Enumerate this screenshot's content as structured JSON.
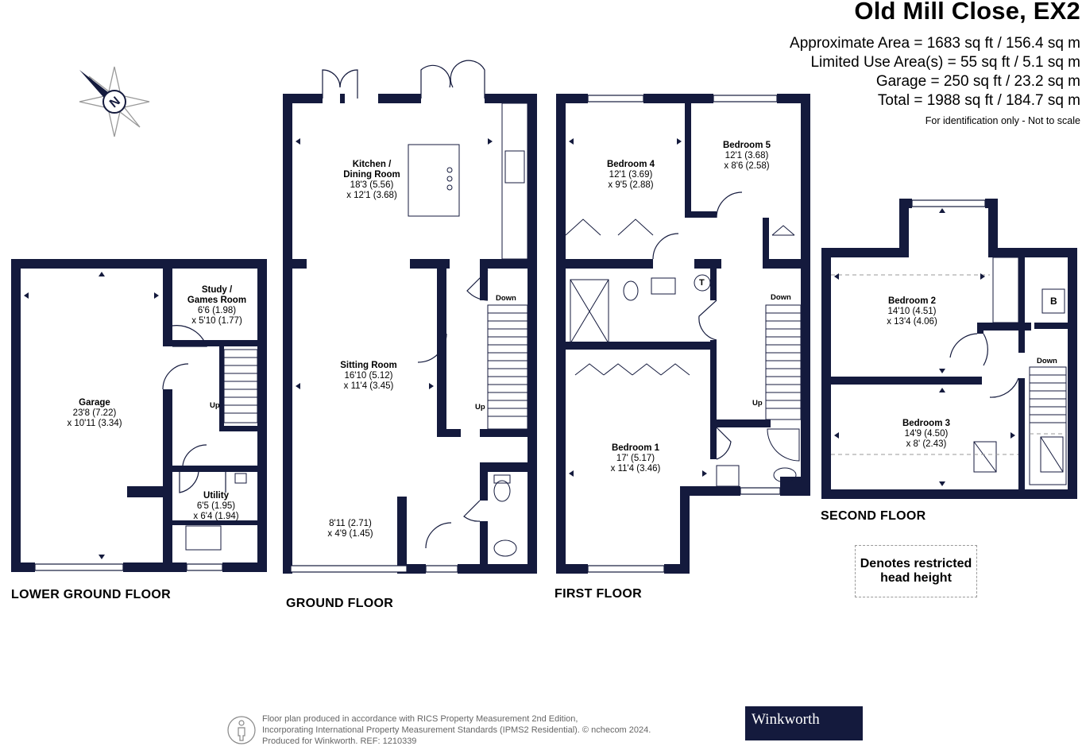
{
  "header": {
    "title": "Old Mill Close, EX2",
    "area_lines": [
      "Approximate Area = 1683 sq ft / 156.4 sq m",
      "Limited Use Area(s) = 55 sq ft / 5.1 sq m",
      "Garage = 250 sq ft / 23.2 sq m",
      "Total = 1988 sq ft / 184.7 sq m"
    ],
    "note": "For identification only - Not to scale"
  },
  "compass": {
    "label": "N"
  },
  "floors": {
    "lower_ground": {
      "label": "LOWER GROUND FLOOR",
      "rooms": [
        {
          "name": "Garage",
          "dim1": "23'8 (7.22)",
          "dim2": "x 10'11 (3.34)"
        },
        {
          "name": "Study /",
          "name2": "Games Room",
          "dim1": "6'6 (1.98)",
          "dim2": "x 5'10 (1.77)"
        },
        {
          "name": "Utility",
          "dim1": "6'5 (1.95)",
          "dim2": "x 6'4 (1.94)"
        }
      ],
      "stair_label": "Up"
    },
    "ground": {
      "label": "GROUND FLOOR",
      "rooms": [
        {
          "name": "Kitchen /",
          "name2": "Dining Room",
          "dim1": "18'3 (5.56)",
          "dim2": "x 12'1 (3.68)"
        },
        {
          "name": "Sitting Room",
          "dim1": "16'10 (5.12)",
          "dim2": "x 11'4 (3.45)"
        },
        {
          "name": "",
          "dim1": "8'11 (2.71)",
          "dim2": "x 4'9 (1.45)"
        }
      ],
      "stair_down": "Down",
      "stair_up": "Up"
    },
    "first": {
      "label": "FIRST FLOOR",
      "rooms": [
        {
          "name": "Bedroom 4",
          "dim1": "12'1 (3.69)",
          "dim2": "x 9'5 (2.88)"
        },
        {
          "name": "Bedroom 5",
          "dim1": "12'1 (3.68)",
          "dim2": "x 8'6 (2.58)"
        },
        {
          "name": "Bedroom 1",
          "dim1": "17' (5.17)",
          "dim2": "x 11'4 (3.46)"
        }
      ],
      "stair_down": "Down",
      "stair_up": "Up",
      "tank_label": "T"
    },
    "second": {
      "label": "SECOND FLOOR",
      "rooms": [
        {
          "name": "Bedroom 2",
          "dim1": "14'10 (4.51)",
          "dim2": "x 13'4 (4.06)"
        },
        {
          "name": "Bedroom 3",
          "dim1": "14'9 (4.50)",
          "dim2": "x 8' (2.43)"
        }
      ],
      "stair_down": "Down",
      "boiler_label": "B"
    }
  },
  "legend": {
    "line1": "Denotes restricted",
    "line2": "head height"
  },
  "footer": {
    "line1": "Floor plan produced in accordance with RICS Property Measurement 2nd Edition,",
    "line2": "Incorporating International Property Measurement Standards (IPMS2 Residential).  © nсhecom 2024.",
    "line3": "Produced for Winkworth.     REF: 1210339"
  },
  "brand": {
    "name": "Winkworth",
    "color": "#141a3d"
  },
  "colors": {
    "wall": "#141a3d",
    "restricted": "#9a9a9a"
  }
}
